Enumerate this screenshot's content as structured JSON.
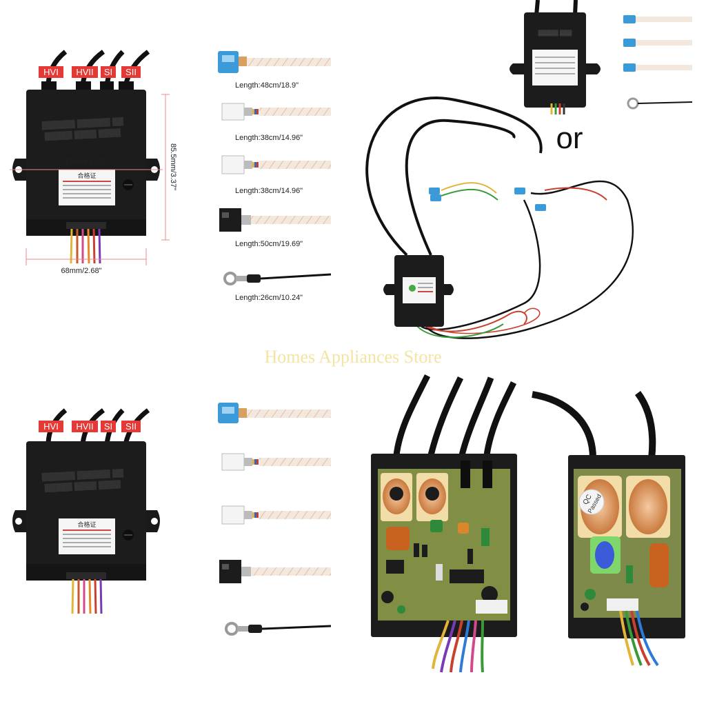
{
  "top_left": {
    "labels": [
      "HVI",
      "HVII",
      "SI",
      "SII"
    ],
    "dim_height": "85.5mm/3.37\"",
    "dim_inner_width": "77mm/3.03\"",
    "dim_width": "68mm/2.68\"",
    "cert": "合格证"
  },
  "wires_top": [
    {
      "length": "Length:48cm/18.9\""
    },
    {
      "length": "Length:38cm/14.96\""
    },
    {
      "length": "Length:38cm/14.96\""
    },
    {
      "length": "Length:50cm/19.69\""
    },
    {
      "length": "Length:26cm/10.24\""
    }
  ],
  "or_label": "or",
  "watermark": "Homes Appliances Store",
  "bottom_left": {
    "labels": [
      "HVI",
      "HVII",
      "SI",
      "SII"
    ],
    "cert": "合格证"
  },
  "pcb_badge": [
    "QC",
    "Passed"
  ],
  "colors": {
    "label_red": "#e53935",
    "box_black": "#1c1c1c",
    "wire_sleeve": "#f1e6dc",
    "connector_blue": "#3d9ad8",
    "watermark": "#f3e4a0"
  }
}
